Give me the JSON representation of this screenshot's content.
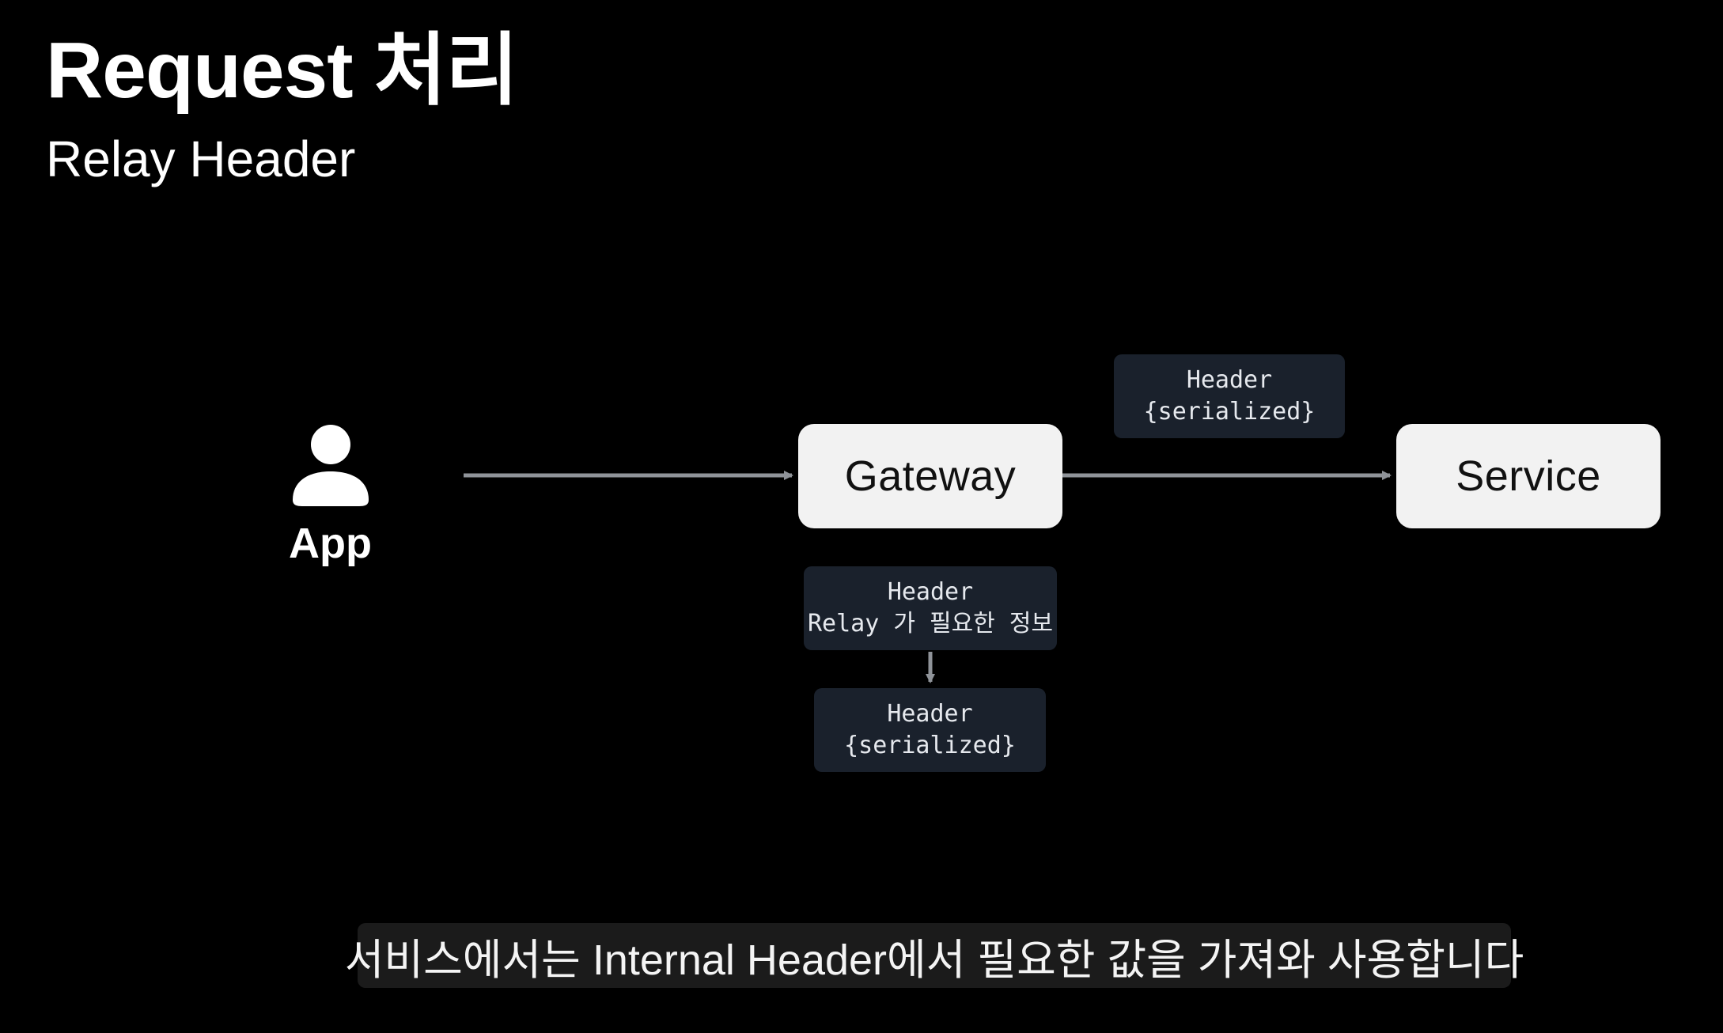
{
  "slide": {
    "title": "Request 처리",
    "subtitle": "Relay Header"
  },
  "diagram": {
    "app_label": "App",
    "app_icon": "person-icon",
    "gateway_label": "Gateway",
    "service_label": "Service",
    "top_tag": {
      "line1": "Header",
      "line2": "{serialized}"
    },
    "relay_tag": {
      "line1": "Header",
      "line2": "Relay 가 필요한 정보"
    },
    "serialized_tag": {
      "line1": "Header",
      "line2": "{serialized}"
    }
  },
  "caption": "서비스에서는 Internal Header에서 필요한 값을 가져와 사용합니다",
  "colors": {
    "background": "#000000",
    "node_fill": "#f2f2f2",
    "tag_fill": "#1a212c",
    "arrow": "#8f9399",
    "caption_fill": "#1b1b1b"
  }
}
